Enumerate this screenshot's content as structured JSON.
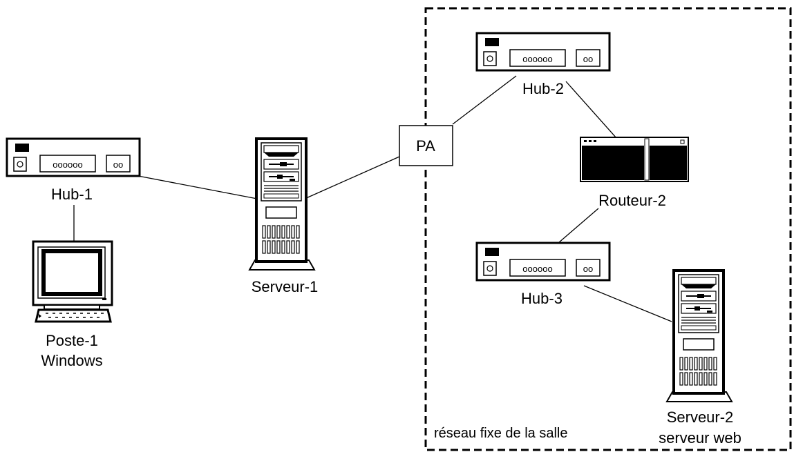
{
  "zone": {
    "label": "réseau fixe de la salle"
  },
  "access_point": {
    "label": "PA"
  },
  "hubs": [
    {
      "label": "Hub-1",
      "ports": "oooooo",
      "uplink": "oo"
    },
    {
      "label": "Hub-2",
      "ports": "oooooo",
      "uplink": "oo"
    },
    {
      "label": "Hub-3",
      "ports": "oooooo",
      "uplink": "oo"
    }
  ],
  "router": {
    "label": "Routeur-2"
  },
  "servers": [
    {
      "label": "Serveur-1"
    },
    {
      "label_line1": "Serveur-2",
      "label_line2": "serveur web"
    }
  ],
  "workstation": {
    "label_line1": "Poste-1",
    "label_line2": "Windows"
  }
}
